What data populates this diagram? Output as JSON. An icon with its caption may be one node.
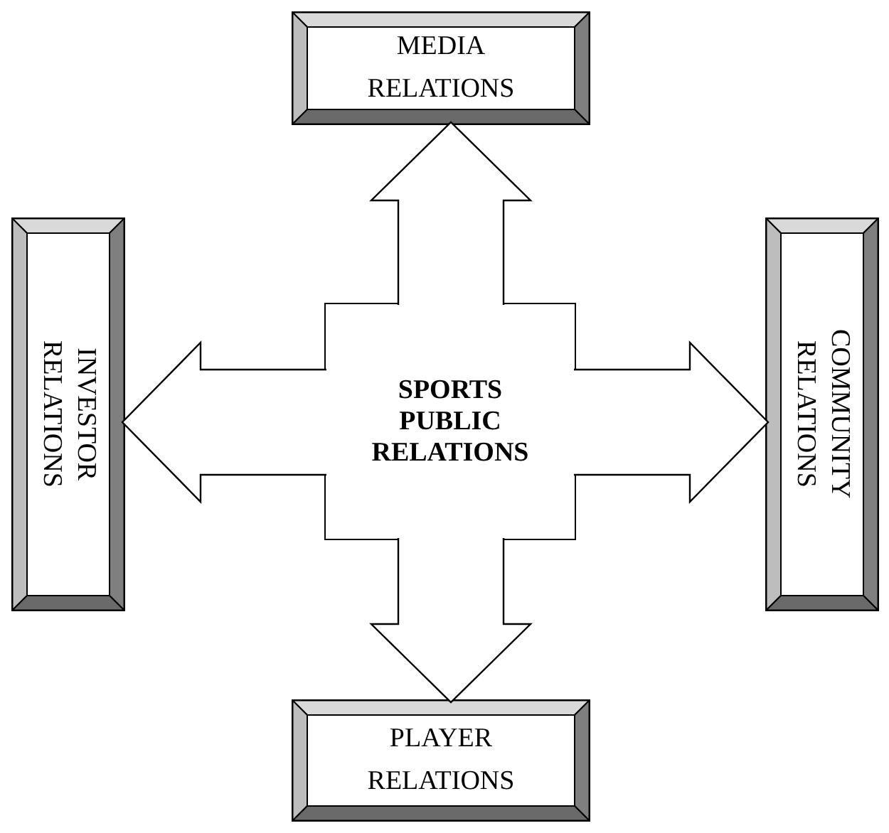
{
  "diagram": {
    "nodes": [
      {
        "text": [
          "MEDIA RELATIONS"
        ]
      },
      {
        "text": [
          "INVESTOR RELATIONS"
        ]
      },
      {
        "text": [
          "SPORTS PUBLIC RELATIONS"
        ]
      },
      {
        "text": [
          "COMMUNITY RELATIONS"
        ]
      },
      {
        "text": [
          "PLAYER RELATIONS"
        ]
      }
    ],
    "edges": [
      {
        "from": 2,
        "to": 0,
        "arrow": "to"
      },
      {
        "from": 2,
        "to": 1,
        "arrow": "to"
      },
      {
        "from": 2,
        "to": 3,
        "arrow": "to"
      },
      {
        "from": 2,
        "to": 4,
        "arrow": "to"
      }
    ]
  }
}
